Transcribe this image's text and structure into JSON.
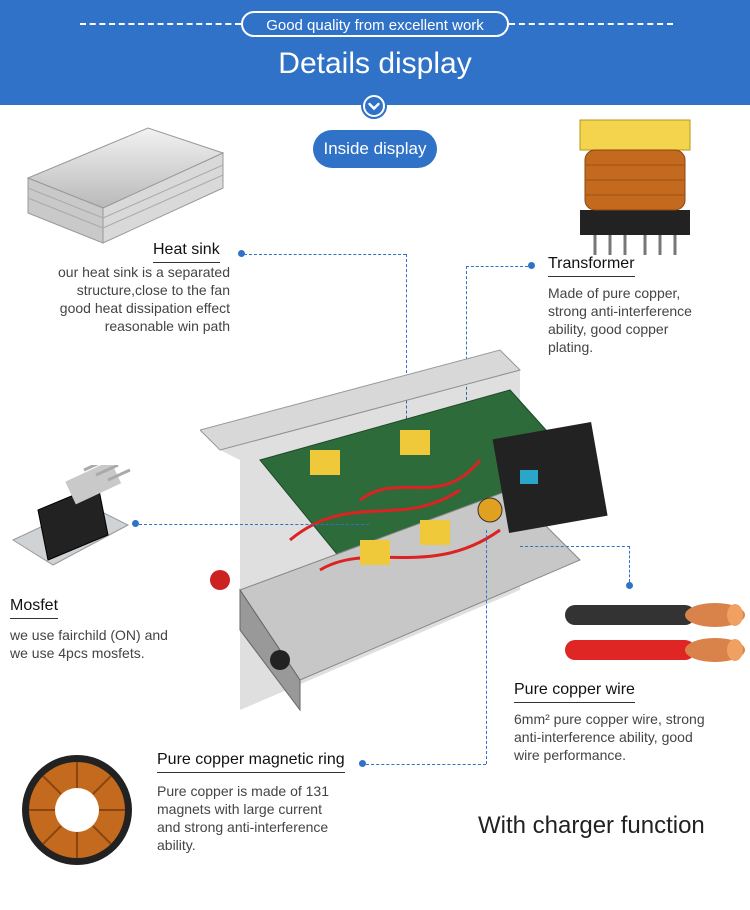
{
  "header": {
    "tagline": "Good quality from excellent work",
    "title": "Details display"
  },
  "inside_label": "Inside display",
  "features": {
    "heat_sink": {
      "title": "Heat sink",
      "desc": [
        "our heat sink is a separated",
        "structure,close to the fan",
        "good heat dissipation effect",
        "reasonable win path"
      ]
    },
    "transformer": {
      "title": "Transformer",
      "desc": [
        "Made of pure copper,",
        "strong anti-interference",
        "ability, good copper",
        "plating."
      ]
    },
    "mosfet": {
      "title": "Mosfet",
      "desc": [
        "we use fairchild (ON) and",
        "we use 4pcs mosfets."
      ]
    },
    "copper_wire": {
      "title": "Pure copper wire",
      "desc": [
        "6mm² pure copper wire, strong",
        "anti-interference ability, good",
        "wire performance."
      ]
    },
    "magnetic_ring": {
      "title": "Pure copper magnetic ring",
      "desc": [
        "Pure copper is made of 131",
        "magnets with large current",
        "and strong anti-interference",
        "ability."
      ]
    }
  },
  "footer": "With charger function",
  "colors": {
    "accent": "#2f72c7"
  }
}
